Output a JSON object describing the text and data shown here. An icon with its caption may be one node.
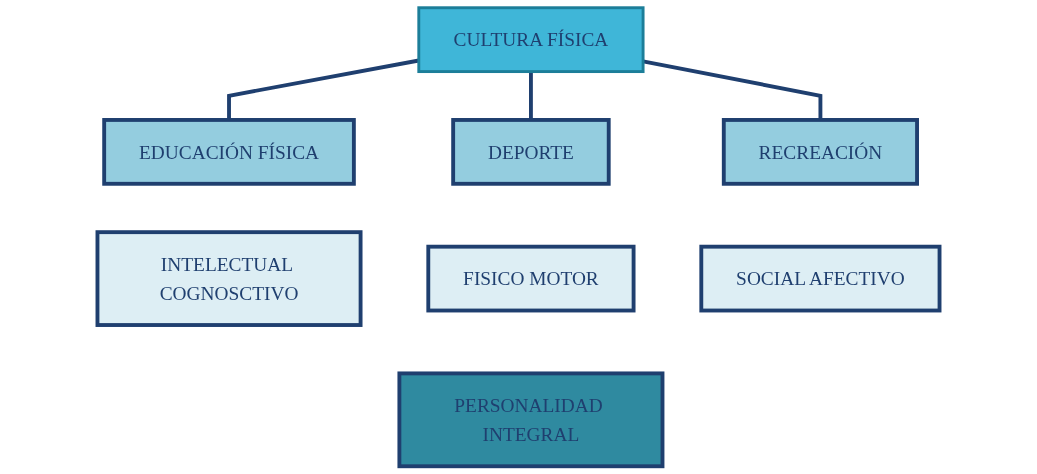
{
  "diagram": {
    "nodes": [
      {
        "text": [
          "CULTURA FÍSICA"
        ]
      },
      {
        "text": [
          "EDUCACIÓN FÍSICA"
        ]
      },
      {
        "text": [
          "DEPORTE"
        ]
      },
      {
        "text": [
          "RECREACIÓN"
        ]
      },
      {
        "text": [
          "INTELECTUAL COGNOSCTIVO"
        ]
      },
      {
        "text": [
          "FISICO MOTOR"
        ]
      },
      {
        "text": [
          "SOCIAL AFECTIVO"
        ]
      },
      {
        "text": [
          "PERSONALIDAD INTEGRAL"
        ]
      }
    ],
    "edges": [
      {
        "from": 0,
        "to": 1,
        "arrow": "none"
      },
      {
        "from": 0,
        "to": 2,
        "arrow": "none"
      },
      {
        "from": 0,
        "to": 3,
        "arrow": "none"
      }
    ]
  }
}
